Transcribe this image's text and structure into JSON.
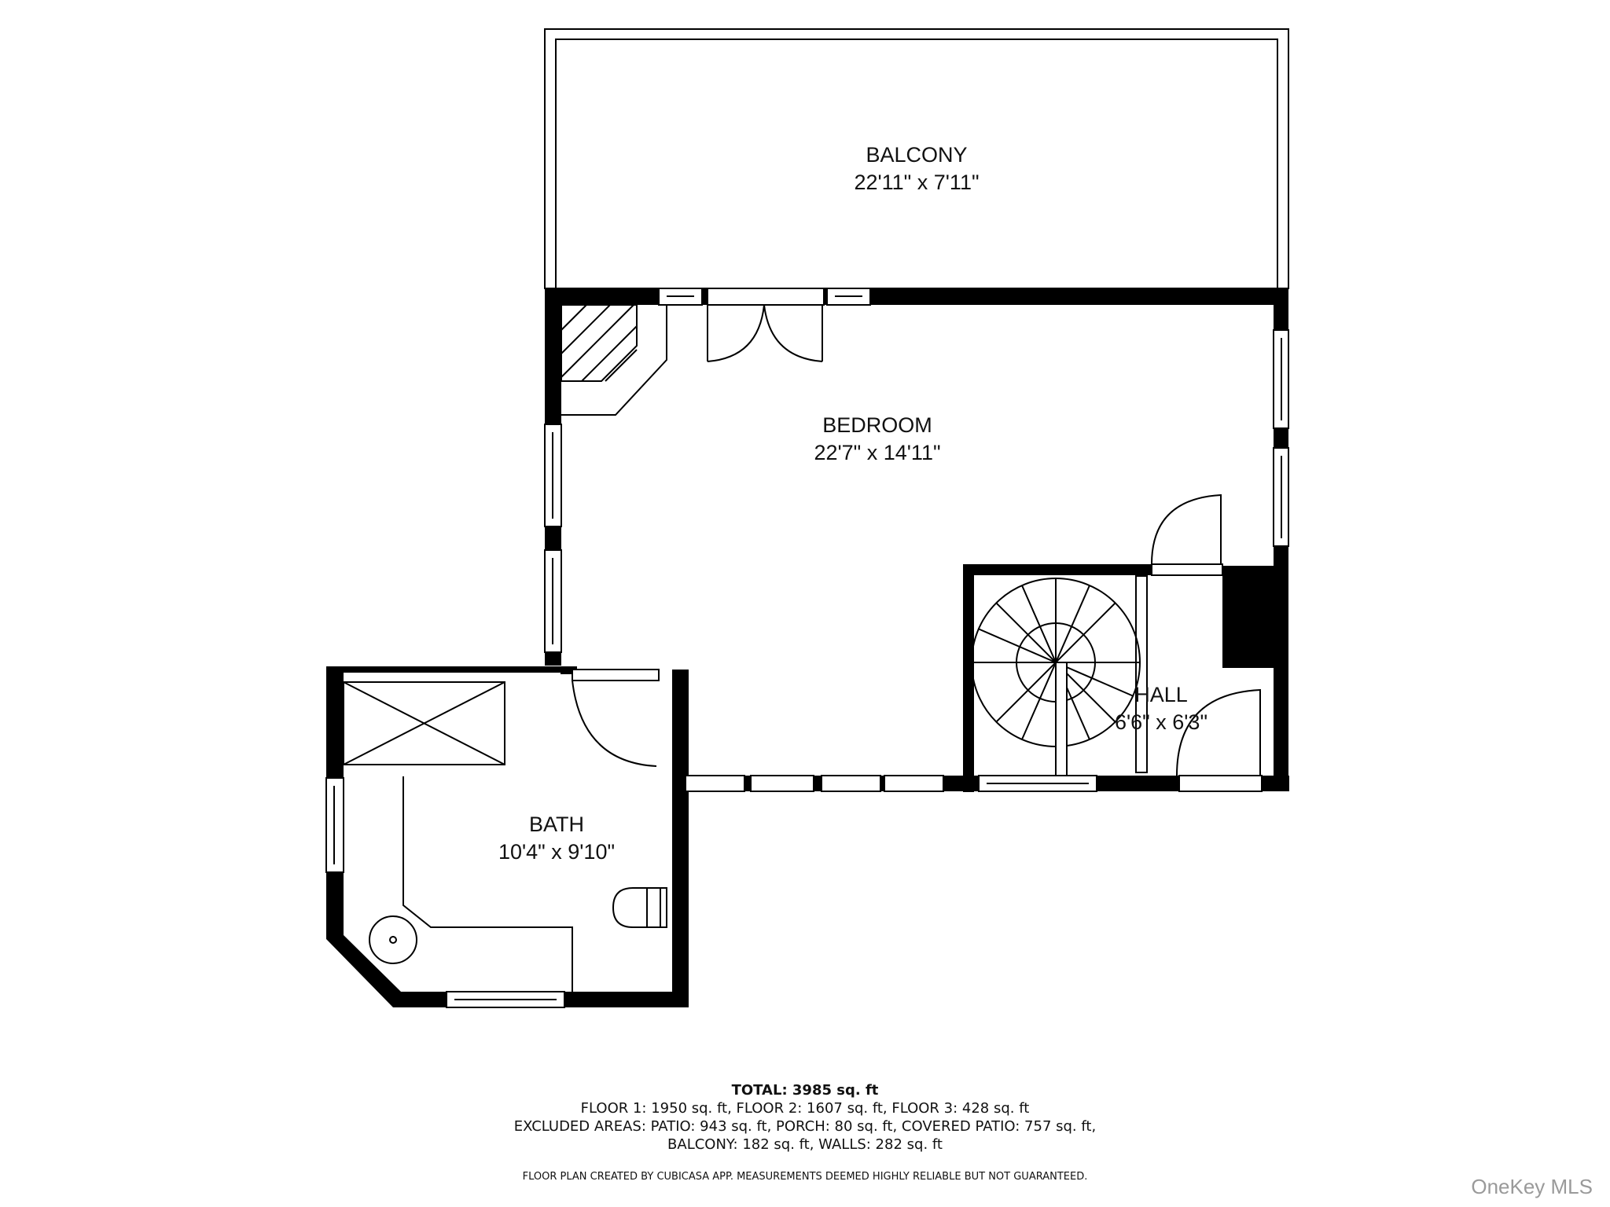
{
  "rooms": {
    "balcony": {
      "name": "BALCONY",
      "dimensions": "22'11\" x 7'11\""
    },
    "bedroom": {
      "name": "BEDROOM",
      "dimensions": "22'7\" x 14'11\""
    },
    "hall": {
      "name": "HALL",
      "dimensions": "6'6\" x 6'3\""
    },
    "bath": {
      "name": "BATH",
      "dimensions": "10'4\" x 9'10\""
    }
  },
  "summary": {
    "total": "TOTAL: 3985 sq. ft",
    "floors": "FLOOR 1: 1950 sq. ft, FLOOR 2: 1607 sq. ft, FLOOR 3: 428 sq. ft",
    "excluded_1": "EXCLUDED AREAS: PATIO: 943 sq. ft, PORCH: 80 sq. ft, COVERED PATIO: 757 sq. ft,",
    "excluded_2": "BALCONY: 182 sq. ft, WALLS: 282 sq. ft",
    "disclaimer": "FLOOR PLAN CREATED BY CUBICASA APP. MEASUREMENTS DEEMED HIGHLY RELIABLE BUT NOT GUARANTEED."
  },
  "watermark": "OneKey MLS",
  "colors": {
    "wall": "#000000",
    "background": "#ffffff",
    "watermark": "#9a9a9a"
  }
}
